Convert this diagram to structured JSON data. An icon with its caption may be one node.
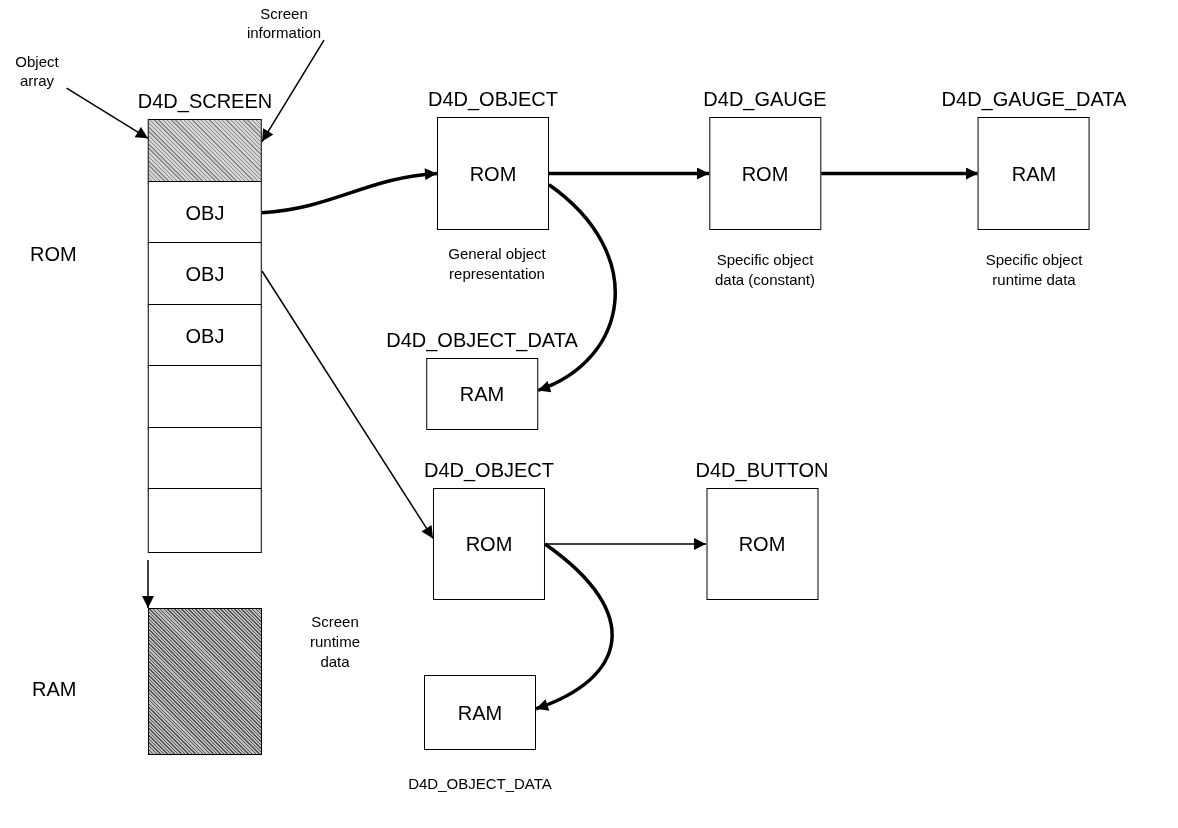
{
  "diagram": {
    "nodes": [
      {
        "text": [
          "Object array"
        ]
      },
      {
        "text": [
          "Screen information"
        ]
      },
      {
        "text": [
          "D4D_SCREEN"
        ]
      },
      {
        "text": [],
        "shape": "box",
        "in": 2
      },
      {
        "text": [
          "OBJ"
        ],
        "in": 2
      },
      {
        "text": [
          "OBJ"
        ],
        "in": 2
      },
      {
        "text": [
          "OBJ"
        ],
        "in": 2
      },
      {
        "text": [],
        "shape": "box",
        "in": 2
      },
      {
        "text": [],
        "shape": "box",
        "in": 2
      },
      {
        "text": [],
        "shape": "box",
        "in": 2
      },
      {
        "text": [],
        "shape": "box",
        "beside": [
          "Screen runtime data"
        ]
      },
      {
        "text": [
          "D4D_OBJECT",
          "ROM"
        ],
        "beside": [
          "General object representation"
        ]
      },
      {
        "text": [
          "D4D_GAUGE",
          "ROM"
        ],
        "beside": [
          "Specific object data (constant)"
        ]
      },
      {
        "text": [
          "D4D_GAUGE_DATA",
          "RAM"
        ],
        "beside": [
          "Specific object runtime data"
        ]
      },
      {
        "text": [
          "D4D_OBJECT_DATA",
          "RAM"
        ]
      },
      {
        "text": [
          "D4D_OBJECT",
          "ROM"
        ]
      },
      {
        "text": [
          "D4D_BUTTON",
          "ROM"
        ]
      },
      {
        "text": [
          "RAM"
        ],
        "beside": [
          "D4D_OBJECT_DATA"
        ]
      }
    ],
    "edges": [
      {
        "from": 0,
        "to": 3,
        "arrow": "to"
      },
      {
        "from": 1,
        "to": 3,
        "arrow": "to"
      },
      {
        "from": 4,
        "to": 11,
        "arrow": "to",
        "style": "thick"
      },
      {
        "from": 5,
        "to": 15,
        "arrow": "to"
      },
      {
        "from": 11,
        "to": 12,
        "arrow": "to",
        "style": "thick"
      },
      {
        "from": 12,
        "to": 13,
        "arrow": "to",
        "style": "thick"
      },
      {
        "from": 11,
        "to": 14,
        "arrow": "to",
        "style": "thick"
      },
      {
        "from": 15,
        "to": 16,
        "arrow": "to"
      },
      {
        "from": 15,
        "to": 17,
        "arrow": "to",
        "style": "thick"
      },
      {
        "from": 2,
        "to": 10,
        "arrow": "to"
      }
    ],
    "labels": [
      "ROM",
      "RAM"
    ]
  }
}
